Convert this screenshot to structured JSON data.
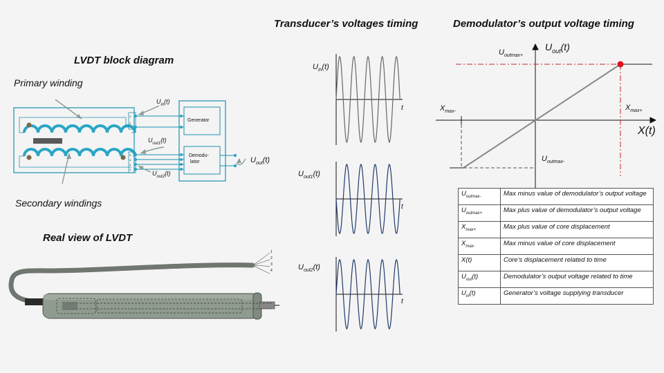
{
  "headings": {
    "block_diagram": "LVDT block diagram",
    "real_view": "Real view of LVDT",
    "transducer_timing": "Transducer’s  voltages timing",
    "demod_timing": "Demodulator’s output voltage timing"
  },
  "block_diagram": {
    "primary_label": "Primary winding",
    "secondary_label": "Secondary windings",
    "uin": "U",
    "uin_sub": "in",
    "uin_t": "(t)",
    "uout1": "U",
    "uout1_sub": "out1",
    "uout1_t": "(t)",
    "uout2": "U",
    "uout2_sub": "out2",
    "uout2_t": "(t)",
    "uout": "U",
    "uout_sub": "out",
    "uout_t": "(t)",
    "generator": "Generator",
    "demodulator_line1": "Demodu-",
    "demodulator_line2": "lator",
    "pins": [
      "1",
      "2",
      "3",
      "4",
      "4",
      "3",
      "4"
    ]
  },
  "real_view": {
    "wire_labels": [
      "1",
      "2",
      "3",
      "4"
    ]
  },
  "waves": {
    "uin_label": "U",
    "uin_sub": "in",
    "uin_t": "(t)",
    "uout1_label": "U",
    "uout1_sub": "out1",
    "uout1_t": "(t)",
    "uout2_label": "U",
    "uout2_sub": "out2",
    "uout2_t": "(t)",
    "t": "t",
    "colors": {
      "uin": "#666666",
      "uout": "#1f3a6b"
    }
  },
  "demod_chart": {
    "y_label": "U",
    "y_sub": "out",
    "y_t": "(t)",
    "x_label": "X(t)",
    "uoutmax_plus": "U",
    "uoutmax_plus_sub": "outmax+",
    "uoutmax_minus": "U",
    "uoutmax_minus_sub": "outmax-",
    "xmax_minus": "X",
    "xmax_minus_sub": "max-",
    "xmax_plus": "X",
    "xmax_plus_sub": "max+",
    "colors": {
      "line": "#888888",
      "marker": "#e0101a",
      "dash_red": "#c0282d"
    }
  },
  "legend": [
    {
      "sym": "U",
      "sub": "outmax-",
      "suffix": "",
      "desc": "Max minus value of demodulator’s output voltage"
    },
    {
      "sym": "U",
      "sub": "outmax+",
      "suffix": "",
      "desc": "Max plus value of demodulator’s output voltage"
    },
    {
      "sym": "X",
      "sub": "max+",
      "suffix": "",
      "desc": "Max plus value of core displacement"
    },
    {
      "sym": "X",
      "sub": "max-",
      "suffix": "",
      "desc": "Max minus value of core displacement"
    },
    {
      "sym": "X(t)",
      "sub": "",
      "suffix": "",
      "desc": "Core’s displacement related to time"
    },
    {
      "sym": "U",
      "sub": "out",
      "suffix": "(t)",
      "desc": "Demodulator’s output voltage related to time"
    },
    {
      "sym": "U",
      "sub": "in",
      "suffix": "(t)",
      "desc": "Generator’s voltage supplying transducer"
    }
  ],
  "colors": {
    "teal": "#2aa6c6",
    "box": "#1a8fb0",
    "cable": "#6f7770",
    "body": "#8f9b8f"
  }
}
